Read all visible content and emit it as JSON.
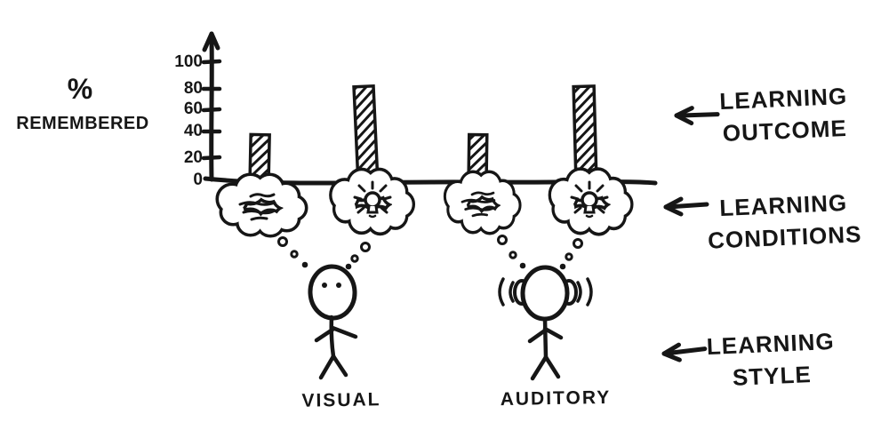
{
  "canvas": {
    "background": "#ffffff",
    "ink": "#161616"
  },
  "y_axis": {
    "title_line1": "%",
    "title_line2": "REMEMBERED",
    "ticks": [
      "100",
      "80",
      "60",
      "40",
      "20",
      "0"
    ]
  },
  "figures": [
    {
      "label": "VISUAL",
      "icon": "stick-figure-with-eyes"
    },
    {
      "label": "AUDITORY",
      "icon": "stick-figure-with-ears"
    }
  ],
  "annotations": [
    {
      "line1": "LEARNING",
      "line2": "OUTCOME"
    },
    {
      "line1": "LEARNING",
      "line2": "CONDITIONS"
    },
    {
      "line1": "LEARNING",
      "line2": "STYLE"
    }
  ],
  "chart_data": {
    "type": "bar",
    "title": "",
    "xlabel": "",
    "ylabel": "% REMEMBERED",
    "ylim": [
      0,
      110
    ],
    "y_ticks": [
      100,
      80,
      60,
      40,
      20,
      0
    ],
    "categories": [
      "VISUAL",
      "AUDITORY"
    ],
    "series": [
      {
        "name": "squiggle-text thought-cloud condition",
        "values": [
          40,
          40
        ]
      },
      {
        "name": "lightbulb idea thought-cloud condition",
        "values": [
          80,
          80
        ]
      }
    ],
    "bars": [
      {
        "category": "VISUAL",
        "condition": "text-lines-cloud",
        "value": 40
      },
      {
        "category": "VISUAL",
        "condition": "lightbulb-cloud",
        "value": 80
      },
      {
        "category": "AUDITORY",
        "condition": "text-lines-cloud",
        "value": 40
      },
      {
        "category": "AUDITORY",
        "condition": "lightbulb-cloud",
        "value": 80
      }
    ],
    "legend_position": "none",
    "grid": false,
    "style": "hand-drawn whiteboard sketch, diagonal-hatched bars",
    "annotations": [
      "LEARNING OUTCOME",
      "LEARNING CONDITIONS",
      "LEARNING STYLE"
    ]
  }
}
